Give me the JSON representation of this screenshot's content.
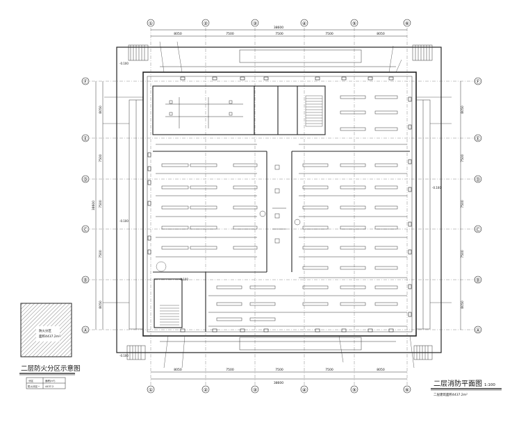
{
  "drawing": {
    "title": "二层消防平面图",
    "scale": "1:100",
    "area_note": "二层建筑面积4437.2m²",
    "key_plan": {
      "title": "二层防火分区示意图",
      "zone_text_1": "防火分区",
      "zone_text_2": "面积4437.2m²",
      "legend_rows": [
        [
          "分区",
          "面积(m²)"
        ],
        [
          "防火分区一",
          "4437.2"
        ]
      ]
    },
    "column_axes": [
      "①",
      "②",
      "③",
      "④",
      "⑤",
      "⑥"
    ],
    "row_axes": [
      "Ⓕ",
      "Ⓔ",
      "Ⓓ",
      "Ⓒ",
      "Ⓑ",
      "Ⓐ"
    ],
    "top_dims": [
      "8050",
      "7500",
      "7500",
      "7500",
      "8050"
    ],
    "top_total": "38600",
    "bottom_dims": [
      "8050",
      "7500",
      "7500",
      "7500",
      "8050"
    ],
    "bottom_total": "38600",
    "left_dims": [
      "8050",
      "7500",
      "7500",
      "7500",
      "8050"
    ],
    "left_total": "38600",
    "right_dims": [
      "8050",
      "7500",
      "7500",
      "7500",
      "8050"
    ],
    "elev_labels": [
      "-0.100",
      "-0.100",
      "-0.100",
      "-0.100",
      "-0.100"
    ]
  }
}
